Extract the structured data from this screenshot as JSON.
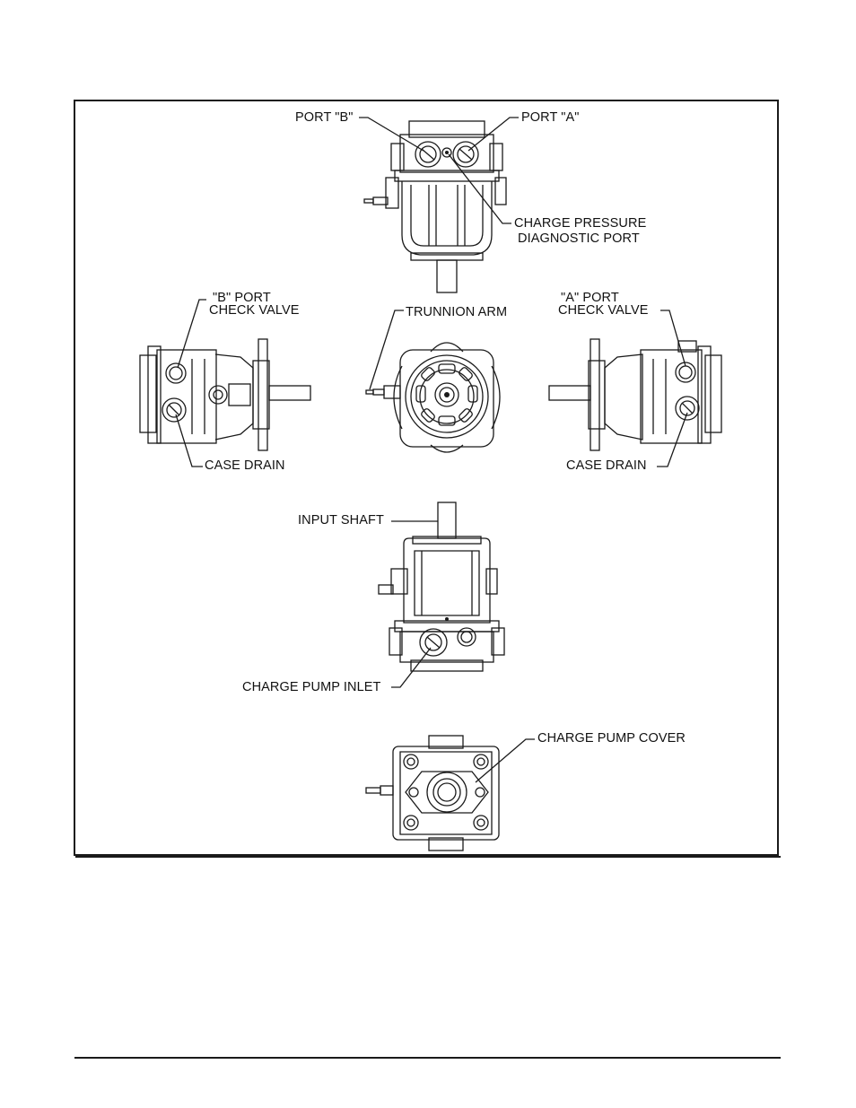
{
  "labels": {
    "port_b": "PORT \"B\"",
    "port_a": "PORT \"A\"",
    "charge_pressure_line1": "CHARGE PRESSURE",
    "charge_pressure_line2": "DIAGNOSTIC PORT",
    "b_port_line1": "\"B\" PORT",
    "b_port_line2": "CHECK VALVE",
    "trunnion_arm": "TRUNNION ARM",
    "a_port_line1": "\"A\" PORT",
    "a_port_line2": "CHECK VALVE",
    "case_drain_left": "CASE DRAIN",
    "case_drain_right": "CASE DRAIN",
    "input_shaft": "INPUT SHAFT",
    "charge_pump_inlet": "CHARGE PUMP INLET",
    "charge_pump_cover": "CHARGE PUMP COVER"
  }
}
